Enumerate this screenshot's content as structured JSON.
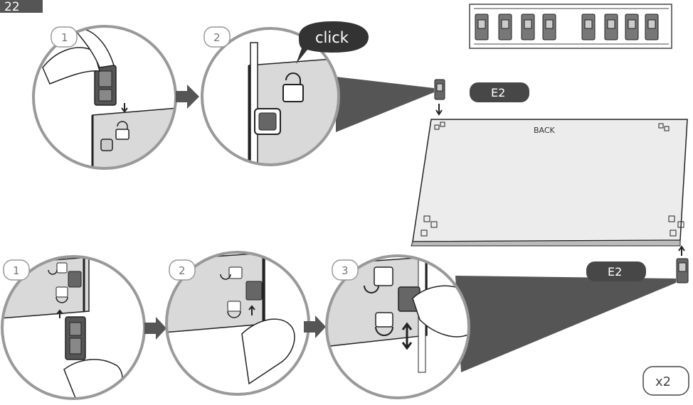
{
  "page": {
    "number": "22"
  },
  "top_sequence": {
    "step1": {
      "number": "1"
    },
    "step2": {
      "number": "2",
      "callout": "click"
    }
  },
  "panel": {
    "label": "BACK"
  },
  "part_labels": {
    "top": "E2",
    "bottom": "E2"
  },
  "bottom_sequence": {
    "step1": {
      "number": "1"
    },
    "step2": {
      "number": "2"
    },
    "step3": {
      "number": "3"
    }
  },
  "quantity": "x2",
  "colors": {
    "panel_gray": "#d9d9d9",
    "dark_gray": "#3c3c3c",
    "label_bg": "#474747",
    "arrow_gray": "#555555"
  }
}
